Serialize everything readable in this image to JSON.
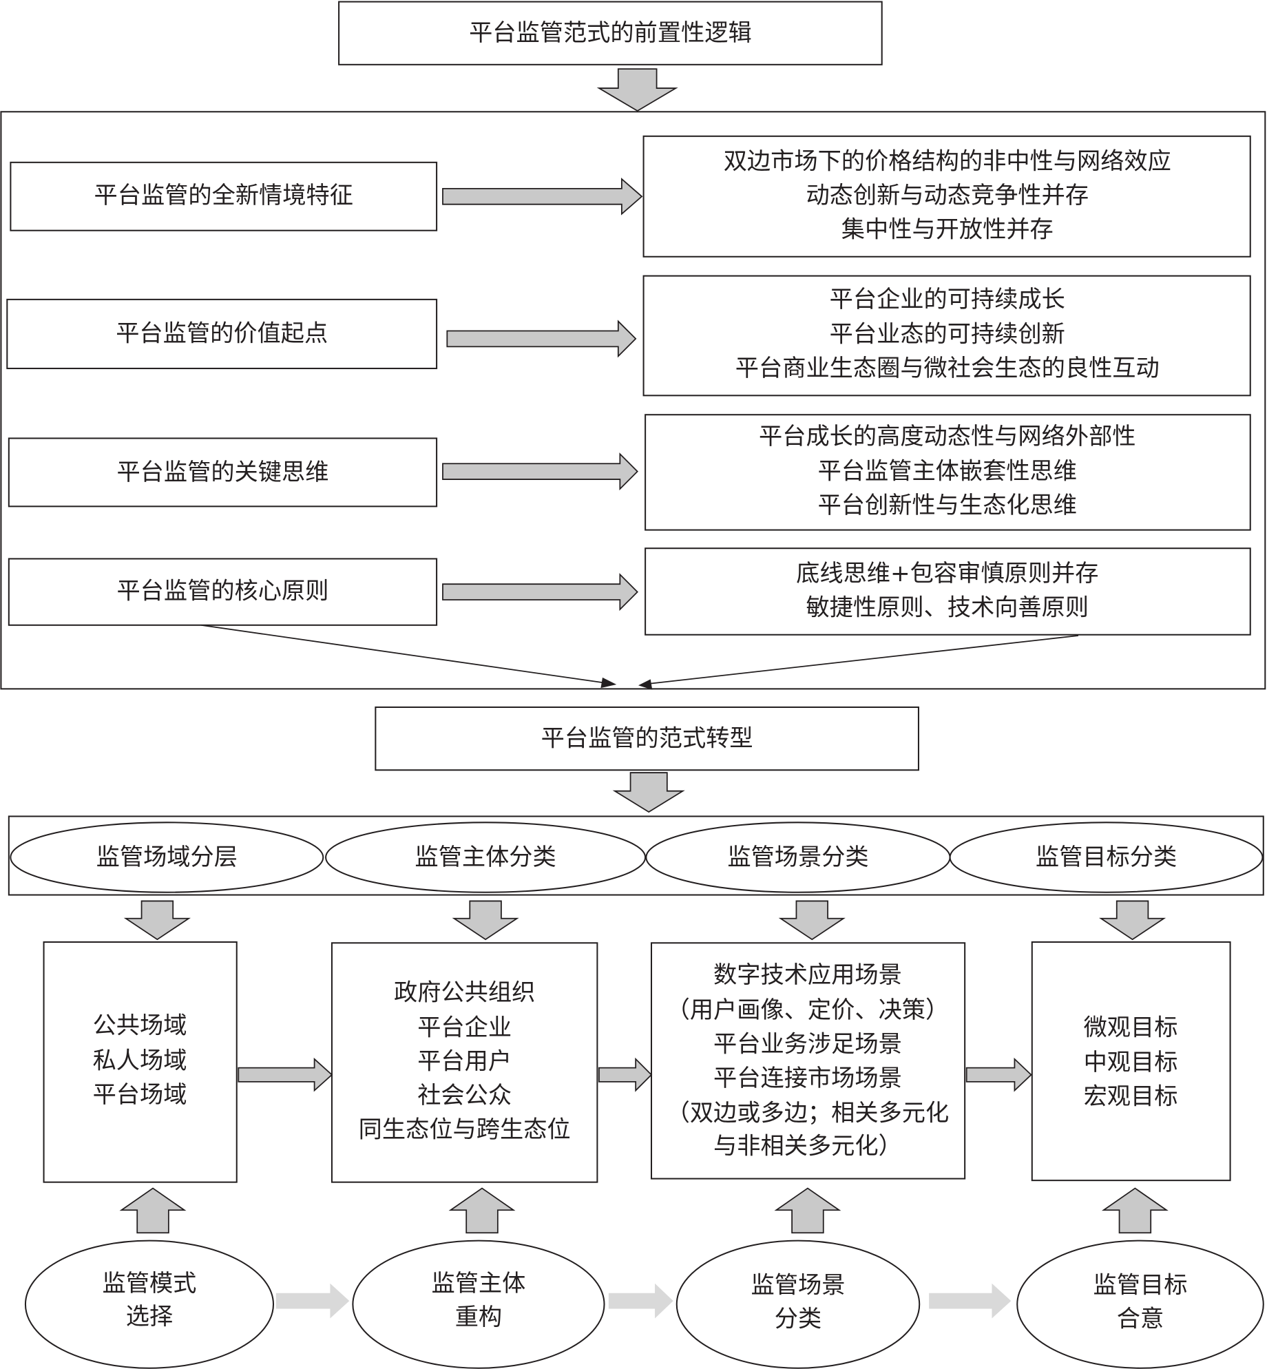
{
  "top_box": "平台监管范式的前置性逻辑",
  "logic_rows": [
    {
      "label": "平台监管的全新情境特征",
      "lines": [
        "双边市场下的价格结构的非中性与网络效应",
        "动态创新与动态竞争性并存",
        "集中性与开放性并存"
      ]
    },
    {
      "label": "平台监管的价值起点",
      "lines": [
        "平台企业的可持续成长",
        "平台业态的可持续创新",
        "平台商业生态圈与微社会生态的良性互动"
      ]
    },
    {
      "label": "平台监管的关键思维",
      "lines": [
        "平台成长的高度动态性与网络外部性",
        "平台监管主体嵌套性思维",
        "平台创新性与生态化思维"
      ]
    },
    {
      "label": "平台监管的核心原则",
      "lines": [
        "底线思维+包容审慎原则并存",
        "敏捷性原则、技术向善原则"
      ]
    }
  ],
  "transition_box": "平台监管的范式转型",
  "categories": [
    {
      "label": "监管场域分层",
      "lines": [
        "公共场域",
        "私人场域",
        "平台场域"
      ],
      "driver": [
        "监管模式",
        "选择"
      ]
    },
    {
      "label": "监管主体分类",
      "lines": [
        "政府公共组织",
        "平台企业",
        "平台用户",
        "社会公众",
        "同生态位与跨生态位"
      ],
      "driver": [
        "监管主体",
        "重构"
      ]
    },
    {
      "label": "监管场景分类",
      "lines": [
        "数字技术应用场景",
        "（用户画像、定价、决策）",
        "平台业务涉足场景",
        "平台连接市场场景",
        "（双边或多边；相关多元化",
        "与非相关多元化）"
      ],
      "driver": [
        "监管场景",
        "分类"
      ]
    },
    {
      "label": "监管目标分类",
      "lines": [
        "微观目标",
        "中观目标",
        "宏观目标"
      ],
      "driver": [
        "监管目标",
        "合意"
      ]
    }
  ],
  "colors": {
    "block_arrow": "#c9c9c9",
    "light_arrow": "#d9d9d9",
    "stroke": "#231f20"
  }
}
